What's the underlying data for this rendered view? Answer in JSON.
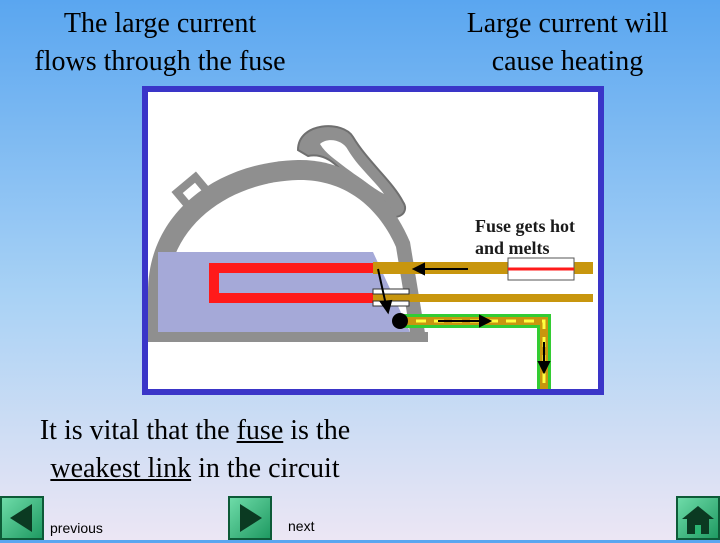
{
  "heading_left": [
    "The large current",
    "flows through the fuse"
  ],
  "heading_right": [
    "Large current will",
    "cause  heating"
  ],
  "diagram": {
    "fuse_label": [
      "Fuse gets hot",
      "and melts"
    ]
  },
  "caption": {
    "line1_before": "It is vital that the ",
    "line1_underlined": "fuse",
    "line1_after": " is the",
    "line2_underlined": "weakest link",
    "line2_after": " in the circuit"
  },
  "nav": {
    "previous_label": "previous",
    "next_label": "next"
  },
  "colors": {
    "frame": "#3a35c8",
    "iron_body": "#8f8f8f",
    "element": "#ff1a1a",
    "wire": "#c8960e",
    "earth_wire": "#33cc33",
    "nav_button": "#2bb673"
  },
  "icons": [
    "play-left-icon",
    "play-right-icon",
    "home-icon"
  ]
}
